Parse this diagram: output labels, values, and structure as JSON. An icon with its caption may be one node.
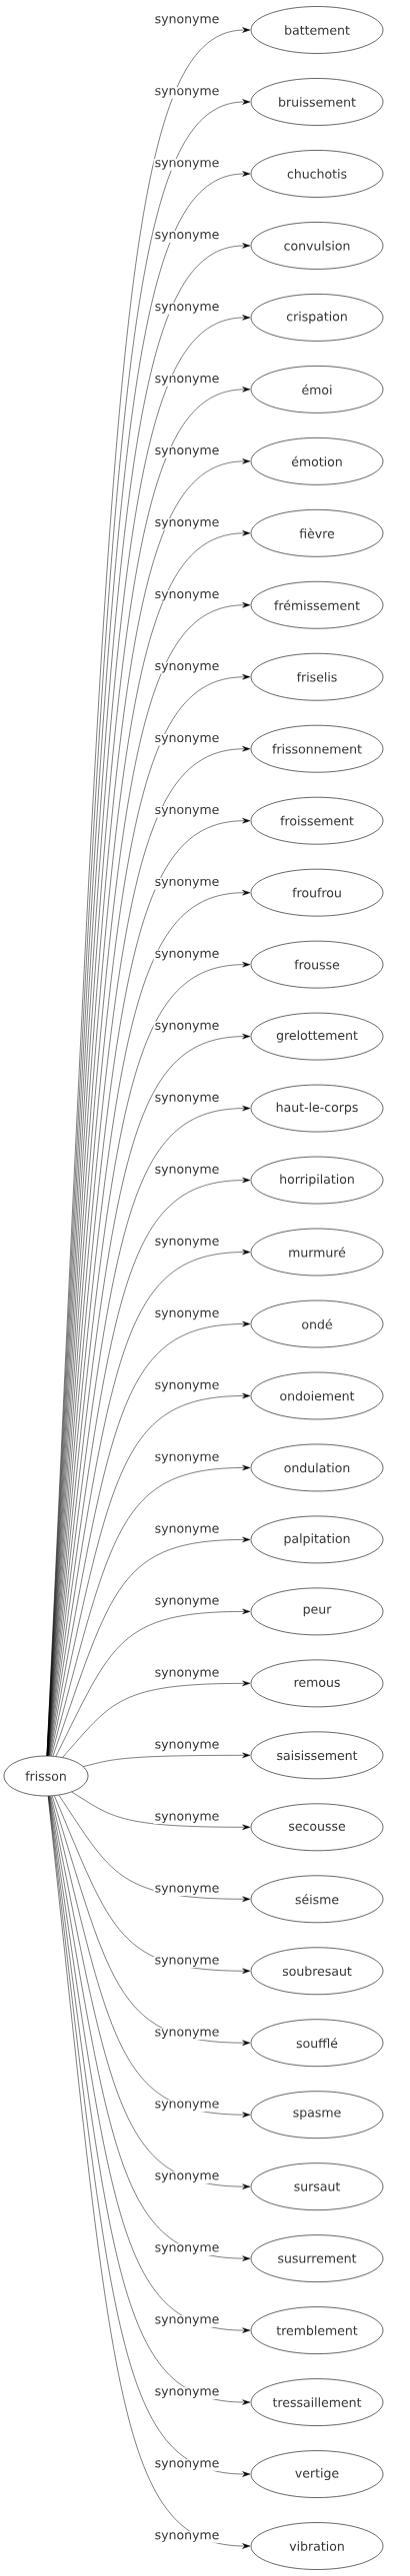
{
  "diagram": {
    "nodes": [
      {
        "text": [
          "frisson"
        ]
      },
      {
        "text": [
          "battement"
        ]
      },
      {
        "text": [
          "bruissement"
        ]
      },
      {
        "text": [
          "chuchotis"
        ]
      },
      {
        "text": [
          "convulsion"
        ]
      },
      {
        "text": [
          "crispation"
        ]
      },
      {
        "text": [
          "émoi"
        ]
      },
      {
        "text": [
          "émotion"
        ]
      },
      {
        "text": [
          "fièvre"
        ]
      },
      {
        "text": [
          "frémissement"
        ]
      },
      {
        "text": [
          "friselis"
        ]
      },
      {
        "text": [
          "frissonnement"
        ]
      },
      {
        "text": [
          "froissement"
        ]
      },
      {
        "text": [
          "froufrou"
        ]
      },
      {
        "text": [
          "frousse"
        ]
      },
      {
        "text": [
          "grelottement"
        ]
      },
      {
        "text": [
          "haut-le-corps"
        ]
      },
      {
        "text": [
          "horripilation"
        ]
      },
      {
        "text": [
          "murmuré"
        ]
      },
      {
        "text": [
          "ondé"
        ]
      },
      {
        "text": [
          "ondoiement"
        ]
      },
      {
        "text": [
          "ondulation"
        ]
      },
      {
        "text": [
          "palpitation"
        ]
      },
      {
        "text": [
          "peur"
        ]
      },
      {
        "text": [
          "remous"
        ]
      },
      {
        "text": [
          "saisissement"
        ]
      },
      {
        "text": [
          "secousse"
        ]
      },
      {
        "text": [
          "séisme"
        ]
      },
      {
        "text": [
          "soubresaut"
        ]
      },
      {
        "text": [
          "soufflé"
        ]
      },
      {
        "text": [
          "spasme"
        ]
      },
      {
        "text": [
          "sursaut"
        ]
      },
      {
        "text": [
          "susurrement"
        ]
      },
      {
        "text": [
          "tremblement"
        ]
      },
      {
        "text": [
          "tressaillement"
        ]
      },
      {
        "text": [
          "vertige"
        ]
      },
      {
        "text": [
          "vibration"
        ]
      }
    ],
    "edges": [
      {
        "from": 0,
        "to": 1,
        "arrow": "to",
        "label": "synonyme"
      },
      {
        "from": 0,
        "to": 2,
        "arrow": "to",
        "label": "synonyme"
      },
      {
        "from": 0,
        "to": 3,
        "arrow": "to",
        "label": "synonyme"
      },
      {
        "from": 0,
        "to": 4,
        "arrow": "to",
        "label": "synonyme"
      },
      {
        "from": 0,
        "to": 5,
        "arrow": "to",
        "label": "synonyme"
      },
      {
        "from": 0,
        "to": 6,
        "arrow": "to",
        "label": "synonyme"
      },
      {
        "from": 0,
        "to": 7,
        "arrow": "to",
        "label": "synonyme"
      },
      {
        "from": 0,
        "to": 8,
        "arrow": "to",
        "label": "synonyme"
      },
      {
        "from": 0,
        "to": 9,
        "arrow": "to",
        "label": "synonyme"
      },
      {
        "from": 0,
        "to": 10,
        "arrow": "to",
        "label": "synonyme"
      },
      {
        "from": 0,
        "to": 11,
        "arrow": "to",
        "label": "synonyme"
      },
      {
        "from": 0,
        "to": 12,
        "arrow": "to",
        "label": "synonyme"
      },
      {
        "from": 0,
        "to": 13,
        "arrow": "to",
        "label": "synonyme"
      },
      {
        "from": 0,
        "to": 14,
        "arrow": "to",
        "label": "synonyme"
      },
      {
        "from": 0,
        "to": 15,
        "arrow": "to",
        "label": "synonyme"
      },
      {
        "from": 0,
        "to": 16,
        "arrow": "to",
        "label": "synonyme"
      },
      {
        "from": 0,
        "to": 17,
        "arrow": "to",
        "label": "synonyme"
      },
      {
        "from": 0,
        "to": 18,
        "arrow": "to",
        "label": "synonyme"
      },
      {
        "from": 0,
        "to": 19,
        "arrow": "to",
        "label": "synonyme"
      },
      {
        "from": 0,
        "to": 20,
        "arrow": "to",
        "label": "synonyme"
      },
      {
        "from": 0,
        "to": 21,
        "arrow": "to",
        "label": "synonyme"
      },
      {
        "from": 0,
        "to": 22,
        "arrow": "to",
        "label": "synonyme"
      },
      {
        "from": 0,
        "to": 23,
        "arrow": "to",
        "label": "synonyme"
      },
      {
        "from": 0,
        "to": 24,
        "arrow": "to",
        "label": "synonyme"
      },
      {
        "from": 0,
        "to": 25,
        "arrow": "to",
        "label": "synonyme"
      },
      {
        "from": 0,
        "to": 26,
        "arrow": "to",
        "label": "synonyme"
      },
      {
        "from": 0,
        "to": 27,
        "arrow": "to",
        "label": "synonyme"
      },
      {
        "from": 0,
        "to": 28,
        "arrow": "to",
        "label": "synonyme"
      },
      {
        "from": 0,
        "to": 29,
        "arrow": "to",
        "label": "synonyme"
      },
      {
        "from": 0,
        "to": 30,
        "arrow": "to",
        "label": "synonyme"
      },
      {
        "from": 0,
        "to": 31,
        "arrow": "to",
        "label": "synonyme"
      },
      {
        "from": 0,
        "to": 32,
        "arrow": "to",
        "label": "synonyme"
      },
      {
        "from": 0,
        "to": 33,
        "arrow": "to",
        "label": "synonyme"
      },
      {
        "from": 0,
        "to": 34,
        "arrow": "to",
        "label": "synonyme"
      },
      {
        "from": 0,
        "to": 35,
        "arrow": "to",
        "label": "synonyme"
      },
      {
        "from": 0,
        "to": 36,
        "arrow": "to",
        "label": "synonyme"
      }
    ]
  }
}
